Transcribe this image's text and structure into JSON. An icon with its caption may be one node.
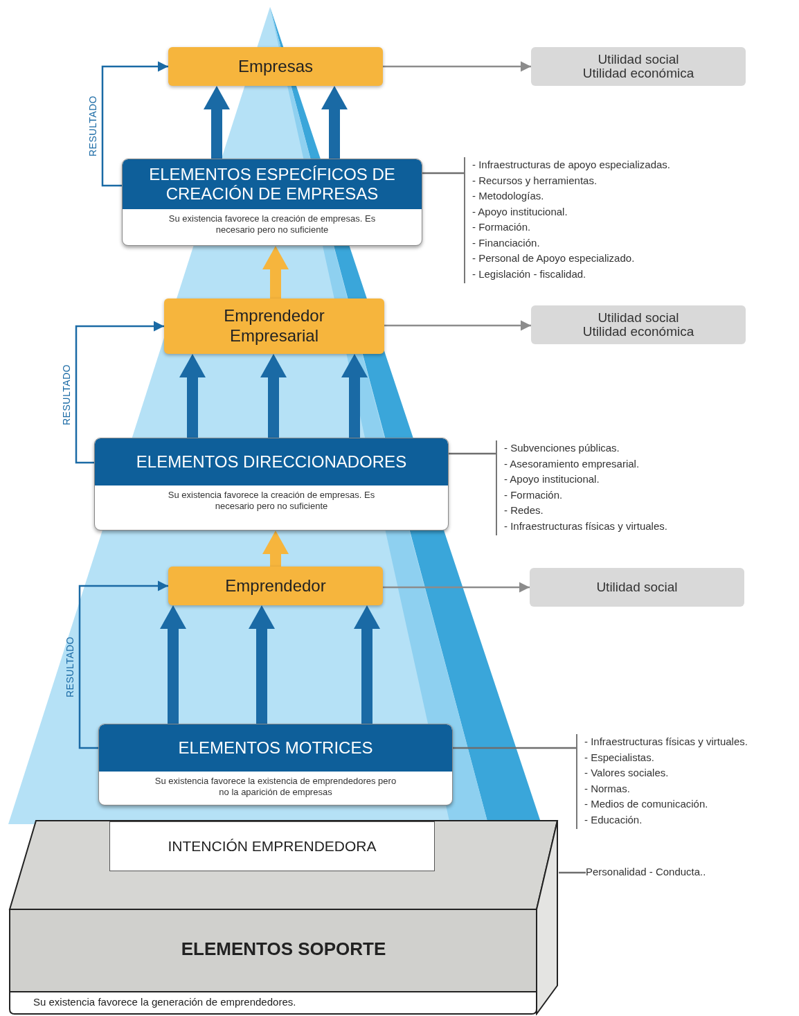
{
  "diagram": {
    "nodes": [
      {
        "text": [
          "Empresas"
        ]
      },
      {
        "text": [
          "Utilidad social Utilidad económica"
        ]
      },
      {
        "text": [
          "ELEMENTOS ESPECÍFICOS DE CREACIÓN DE EMPRESAS",
          "Su existencia favorece la creación de empresas. Es necesario pero no suficiente"
        ]
      },
      {
        "text": [
          "- Infraestructuras de apoyo especializadas.",
          "- Recursos y herramientas.",
          "- Metodologías.",
          "- Apoyo institucional.",
          "- Formación.",
          "- Financiación.",
          "- Personal de Apoyo especializado.",
          "- Legislación - fiscalidad."
        ]
      },
      {
        "text": [
          "Emprendedor Empresarial"
        ]
      },
      {
        "text": [
          "Utilidad social Utilidad económica"
        ]
      },
      {
        "text": [
          "ELEMENTOS DIRECCIONADORES",
          "Su existencia favorece la creación de empresas. Es necesario pero no suficiente"
        ]
      },
      {
        "text": [
          "- Subvenciones públicas.",
          "- Asesoramiento empresarial.",
          "- Apoyo institucional.",
          "- Formación.",
          "- Redes.",
          "- Infraestructuras físicas y virtuales."
        ]
      },
      {
        "text": [
          "Emprendedor"
        ]
      },
      {
        "text": [
          "Utilidad social"
        ]
      },
      {
        "text": [
          "ELEMENTOS MOTRICES",
          "Su existencia favorece la existencia de emprendedores pero no la aparición de empresas"
        ]
      },
      {
        "text": [
          "- Infraestructuras físicas y virtuales.",
          "- Especialistas.",
          "- Valores sociales.",
          "- Normas.",
          "- Medios de comunicación.",
          "- Educación."
        ]
      },
      {
        "text": [
          "ELEMENTOS SOPORTE",
          "Su existencia favorece la generación de emprendedores."
        ]
      },
      {
        "text": [
          "INTENCIÓN EMPRENDEDORA"
        ],
        "in": 12
      },
      {
        "text": [
          "Personalidad - Conducta.."
        ]
      }
    ],
    "edges": [
      {
        "from": 0,
        "to": 1,
        "arrow": "to",
        "color": "#8c8c8c"
      },
      {
        "from": 2,
        "to": 0,
        "arrow": "to",
        "style": "thick"
      },
      {
        "from": 2,
        "to": 0,
        "arrow": "to",
        "style": "thick"
      },
      {
        "from": 2,
        "to": 0,
        "arrow": "to",
        "label": "RESULTADO"
      },
      {
        "from": 2,
        "to": 3,
        "arrow": "none",
        "color": "#6e6e6e"
      },
      {
        "from": 4,
        "to": 5,
        "arrow": "to",
        "color": "#8c8c8c"
      },
      {
        "from": 4,
        "to": 2,
        "arrow": "to",
        "style": "thick",
        "color": "#f6b53d"
      },
      {
        "from": 6,
        "to": 4,
        "arrow": "to",
        "style": "thick"
      },
      {
        "from": 6,
        "to": 4,
        "arrow": "to",
        "style": "thick"
      },
      {
        "from": 6,
        "to": 4,
        "arrow": "to",
        "style": "thick"
      },
      {
        "from": 6,
        "to": 4,
        "arrow": "to",
        "label": "RESULTADO"
      },
      {
        "from": 6,
        "to": 7,
        "arrow": "none",
        "color": "#6e6e6e"
      },
      {
        "from": 8,
        "to": 9,
        "arrow": "to",
        "color": "#8c8c8c"
      },
      {
        "from": 8,
        "to": 6,
        "arrow": "to",
        "style": "thick",
        "color": "#f6b53d"
      },
      {
        "from": 10,
        "to": 8,
        "arrow": "to",
        "style": "thick"
      },
      {
        "from": 10,
        "to": 8,
        "arrow": "to",
        "style": "thick"
      },
      {
        "from": 10,
        "to": 8,
        "arrow": "to",
        "style": "thick"
      },
      {
        "from": 10,
        "to": 8,
        "arrow": "to",
        "label": "RESULTADO"
      },
      {
        "from": 10,
        "to": 11,
        "arrow": "none",
        "color": "#6e6e6e"
      },
      {
        "from": 12,
        "to": 14,
        "arrow": "none",
        "color": "#6e6e6e"
      }
    ]
  }
}
